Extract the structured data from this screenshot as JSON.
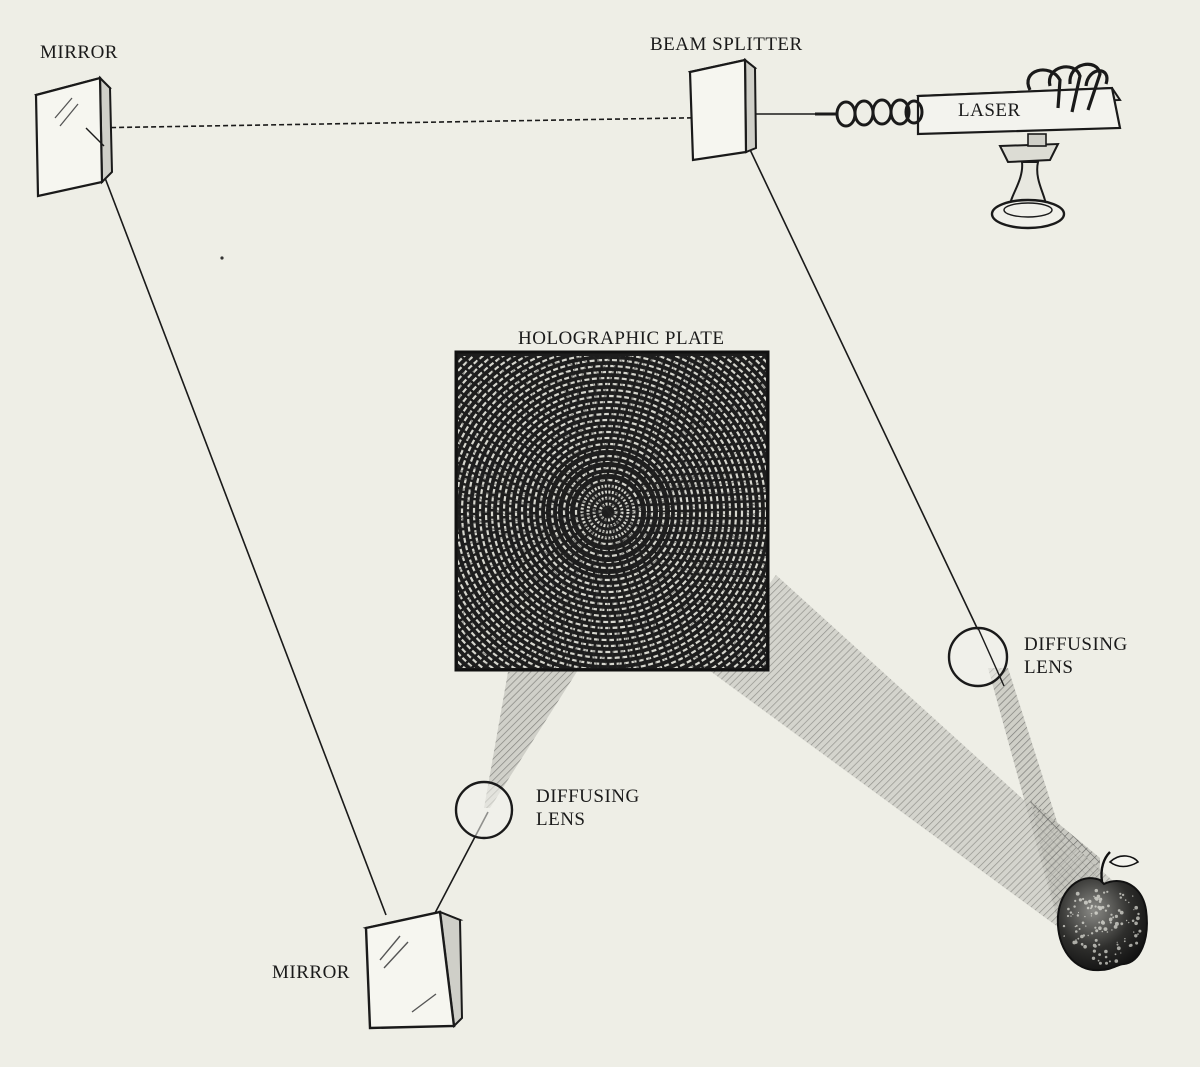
{
  "diagram": {
    "labels": {
      "mirror_top": "MIRROR",
      "beam_splitter": "BEAM SPLITTER",
      "laser": "LASER",
      "holographic_plate": "HOLOGRAPHIC PLATE",
      "diffusing_lens_right": [
        "DIFFUSING",
        "LENS"
      ],
      "diffusing_lens_center": [
        "DIFFUSING",
        "LENS"
      ],
      "mirror_bottom": "MIRROR"
    },
    "icons": [
      "mirror-icon",
      "beam-splitter-icon",
      "laser-icon",
      "lens-icon",
      "apple-icon"
    ],
    "colors": {
      "paper": "#eeeee6",
      "ink": "#1a1a1a",
      "plate_dark": "#2a2a2a",
      "plate_light": "#d8d8d0"
    }
  }
}
